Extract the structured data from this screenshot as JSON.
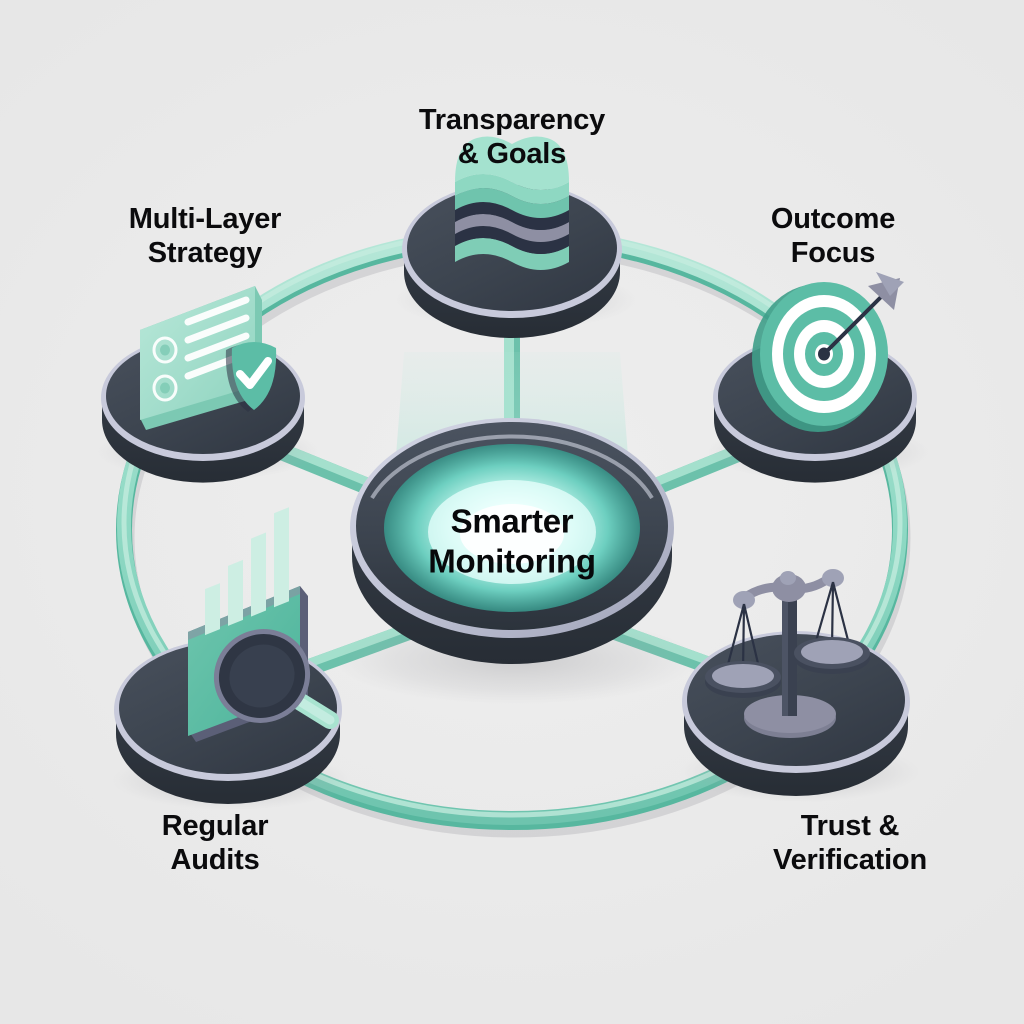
{
  "diagram": {
    "title": "Smarter Monitoring",
    "background_color": "#ebebeb",
    "hub": {
      "label": "Smarter\nMonitoring",
      "disc_color": "#3e4650",
      "rim_color": "#c8cadb",
      "glow_color": "#7fe3d6",
      "glow_core_color": "#ffffff",
      "beam_color": "#a8e3d4"
    },
    "ring": {
      "color": "#8fd9c4",
      "shade_color": "#52b39c",
      "highlight_color": "#bfeadd"
    },
    "spoke": {
      "color": "#9fdecb",
      "shade_color": "#6cc1ab"
    },
    "palette": {
      "mint": "#a8e3d0",
      "teal": "#5cbda6",
      "deep_teal": "#3f9e8a",
      "navy": "#2b3244",
      "slate": "#3e4650",
      "slate_dark": "#2f363f",
      "lavender": "#c8cadb",
      "grey": "#8e8fa3",
      "white": "#ffffff"
    },
    "nodes": [
      {
        "id": "transparency-goals",
        "label": "Transparency\n& Goals",
        "icon": "layered-stack-icon",
        "icon_description": "stack of wavy layers",
        "position": "top"
      },
      {
        "id": "multi-layer-strategy",
        "label": "Multi-Layer\nStrategy",
        "icon": "checklist-shield-icon",
        "icon_description": "checklist card with verified shield",
        "position": "upper-left"
      },
      {
        "id": "outcome-focus",
        "label": "Outcome\nFocus",
        "icon": "target-arrow-icon",
        "icon_description": "bullseye target struck by an arrow",
        "position": "upper-right"
      },
      {
        "id": "trust-verification",
        "label": "Trust &\nVerification",
        "icon": "balance-scales-icon",
        "icon_description": "balance scales with two pans",
        "position": "lower-right"
      },
      {
        "id": "regular-audits",
        "label": "Regular\nAudits",
        "icon": "chart-magnifier-icon",
        "icon_description": "bar chart panel with magnifying glass",
        "position": "lower-left"
      }
    ]
  }
}
